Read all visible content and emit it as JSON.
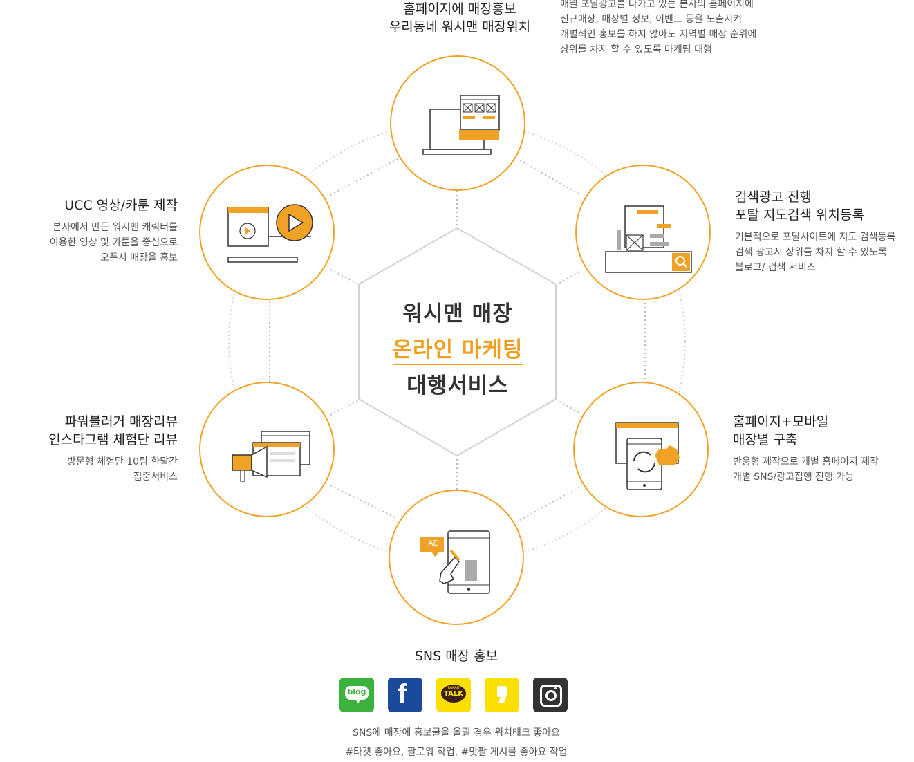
{
  "center": {
    "line1": "워시맨 매장",
    "line2": "온라인 마케팅",
    "line3": "대행서비스"
  },
  "colors": {
    "accent": "#f0a226",
    "text": "#333333",
    "blog": "#3cb23e",
    "facebook": "#1b4a9a",
    "kakaotalk": "#f9e000",
    "kakaostory": "#f9e000",
    "instagram": "#333333"
  },
  "top": {
    "title_line1": "홈페이지에 매장홍보",
    "title_line2": "우리동네 워시맨 매장위치",
    "desc": [
      "매월 포탈광고를 나가고 있는 본사의 홈페이지에",
      "신규매장, 매장별 정보, 이벤트 등을 노출시켜",
      "개별적인 홍보를 하지 않아도 지역별 매장 순위에",
      "상위를 차지 할 수 있도록 마케팅 대행"
    ]
  },
  "upper_left": {
    "title": "UCC 영상/카툰 제작",
    "desc": [
      "본사에서 만든 워시맨 캐릭터를",
      "이용한 영상 및 카툰을 중심으로",
      "오픈시 매장을 홍보"
    ]
  },
  "upper_right": {
    "title_line1": "검색광고 진행",
    "title_line2": "포탈 지도검색 위치등록",
    "desc": [
      "기본적으로 포탈사이트에 지도 검색등록",
      "검색 광고시 상위를 차지 할 수 있도록",
      "블로그/ 검색 서비스"
    ]
  },
  "lower_left": {
    "title_line1": "파워블러거 매장리뷰",
    "title_line2": "인스타그램 체험단 리뷰",
    "desc": [
      "방문형 체험단 10팀  한달간",
      "집중서비스"
    ]
  },
  "lower_right": {
    "title_line1": "홈페이지+모바일",
    "title_line2": "매장별 구축",
    "desc": [
      "반응형 제작으로 개별 홈페이지 제작",
      "개별 SNS/광고집행 진행 가능"
    ]
  },
  "bottom": {
    "title": "SNS 매장 홍보",
    "desc": [
      "SNS에 매장에 홍보글을 올릴 경우 위치태크 좋아요",
      "#타겟 좋아요, 팔로워 작업, #맛팔 게시물 좋아요 작업"
    ],
    "ad_badge": "AD",
    "icons": {
      "blog": "blog",
      "facebook": "f",
      "kakao_top": "KAKAO",
      "kakao_talk": "TALK"
    }
  }
}
